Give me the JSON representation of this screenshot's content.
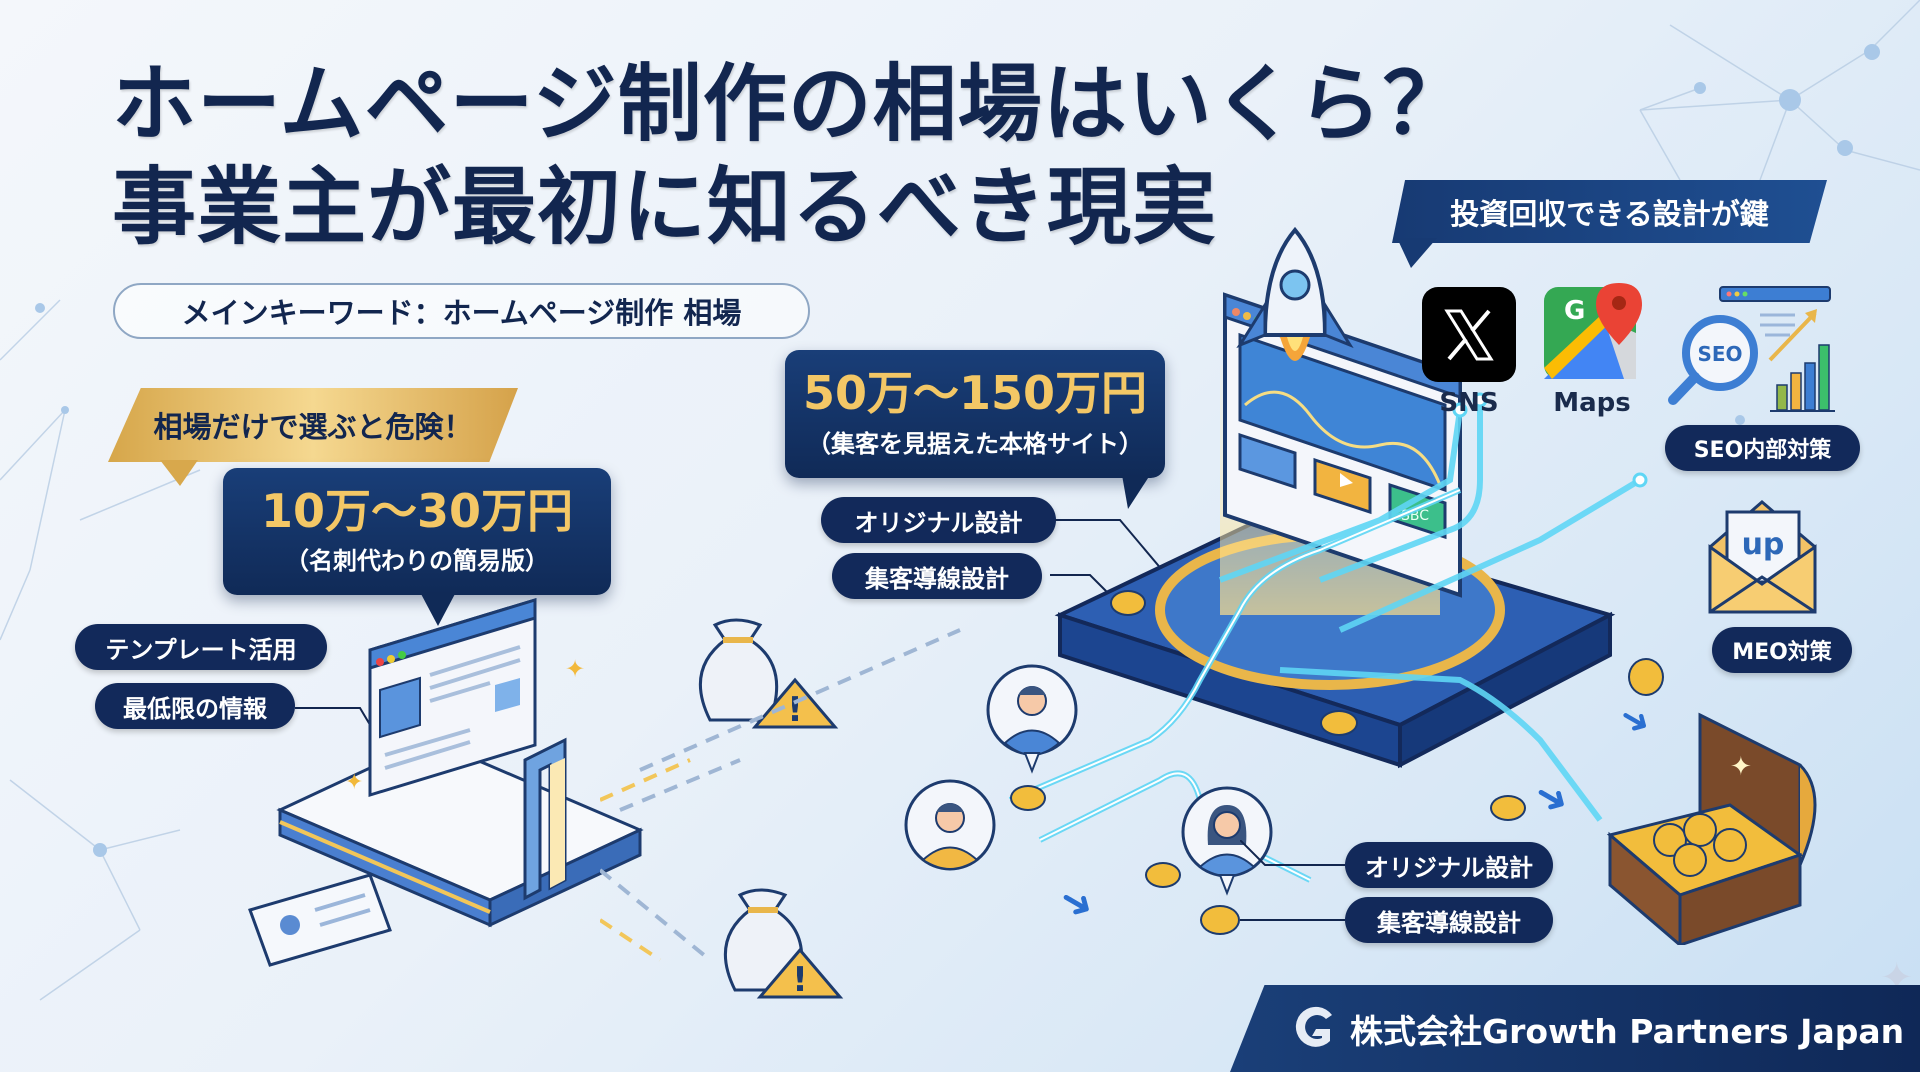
{
  "title": {
    "line1": "ホームページ制作の相場はいくら？",
    "line2": "事業主が最初に知るべき現実"
  },
  "keyword_pill": "メインキーワード：ホームページ制作 相場",
  "ribbons": {
    "warning": "相場だけで選ぶと危険！",
    "key": "投資回収できる設計が鍵"
  },
  "basic_plan": {
    "amount": "10万〜30万円",
    "note": "（名刺代わりの簡易版）",
    "tags": [
      "テンプレート活用",
      "最低限の情報"
    ]
  },
  "pro_plan": {
    "amount": "50万〜150万円",
    "note": "（集客を見据えた本格サイト）",
    "tags": [
      "オリジナル設計",
      "集客導線設計"
    ],
    "bottom_tags": [
      "オリジナル設計",
      "集客導線設計"
    ]
  },
  "channels": [
    {
      "icon": "x-logo-icon",
      "label": "SNS"
    },
    {
      "icon": "google-maps-icon",
      "label": "Maps"
    },
    {
      "icon": "seo-magnifier-chart-icon",
      "label": "SEO内部対策"
    },
    {
      "icon": "envelope-up-icon",
      "label": "MEO対策"
    }
  ],
  "illustration_text": {
    "seo_badge": "SEO",
    "envelope_text": "up",
    "site_button": "SBC"
  },
  "footer": {
    "company": "株式会社Growth Partners Japan",
    "logo_letter": "G"
  },
  "colors": {
    "navy": "#12264f",
    "gold": "#f3c766",
    "accent_blue": "#2a6fd1",
    "glow_cyan": "#5fd6f5"
  }
}
